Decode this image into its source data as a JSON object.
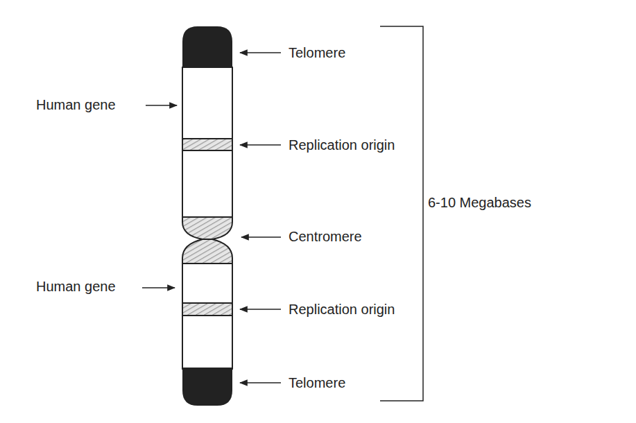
{
  "diagram": {
    "labels": [
      "Telomere",
      "Human gene",
      "Replication origin",
      "Centromere",
      "6-10 Megabases",
      "Human gene",
      "Replication origin",
      "Telomere"
    ]
  }
}
